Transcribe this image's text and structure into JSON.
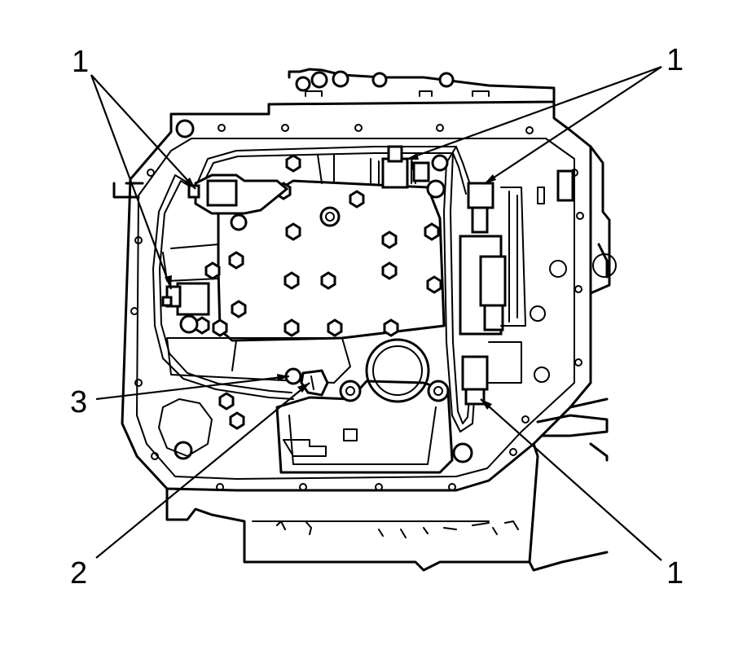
{
  "callouts": {
    "top_left": "1",
    "top_right": "1",
    "bottom_right": "1",
    "left_middle": "3",
    "bottom_left": "2"
  },
  "colors": {
    "line": "#000000",
    "background": "#ffffff"
  }
}
